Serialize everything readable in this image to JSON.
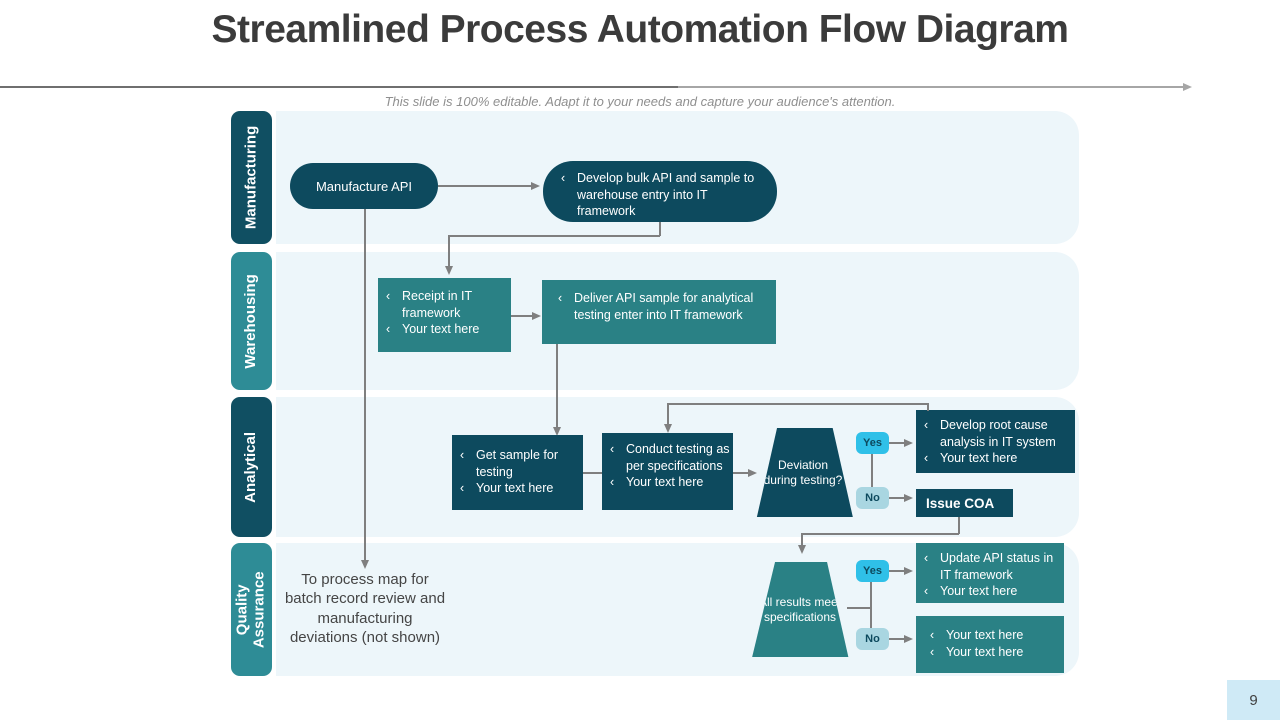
{
  "slide": {
    "title": "Streamlined Process Automation Flow Diagram",
    "subtitle": "This slide is 100% editable. Adapt it to your needs and capture your audience's attention.",
    "page_number": "9",
    "bullet_char": "‹"
  },
  "lanes": [
    {
      "label": "Manufacturing"
    },
    {
      "label": "Warehousing"
    },
    {
      "label": "Analytical"
    },
    {
      "label": "Quality Assurance"
    }
  ],
  "decisions": {
    "yes_label": "Yes",
    "no_label": "No"
  },
  "nodes": {
    "manufacture_api": "Manufacture API",
    "develop_bulk": [
      "Develop bulk API and sample to warehouse entry into IT framework"
    ],
    "receipt": [
      "Receipt in IT framework",
      "Your text here"
    ],
    "deliver": [
      "Deliver API sample for analytical testing enter into IT framework"
    ],
    "get_sample": [
      "Get sample for testing",
      "Your text here"
    ],
    "conduct_testing": [
      "Conduct testing as per specifications",
      "Your text here"
    ],
    "deviation_question": "Deviation during testing?",
    "root_cause": [
      "Develop root cause analysis in IT system",
      "Your text here"
    ],
    "issue_coa": "Issue COA",
    "process_map_note": "To process map for batch record review and manufacturing deviations (not shown)",
    "all_results_question": "All results meet specifications",
    "update_api": [
      "Update API status in IT framework",
      "Your text here"
    ],
    "no_result": [
      "Your text here",
      "Your text here"
    ]
  },
  "colors": {
    "dark_teal": "#0d4a5e",
    "medium_teal": "#2a8185",
    "lane_label_dark": "#104f62",
    "lane_label_medium": "#2e8c96",
    "lane_background": "#edf6fa",
    "yes_badge": "#2fc0e8",
    "no_badge": "#a9d6e1",
    "connector_gray": "#7f7f7f",
    "page_badge_background": "#cfeaf6"
  }
}
